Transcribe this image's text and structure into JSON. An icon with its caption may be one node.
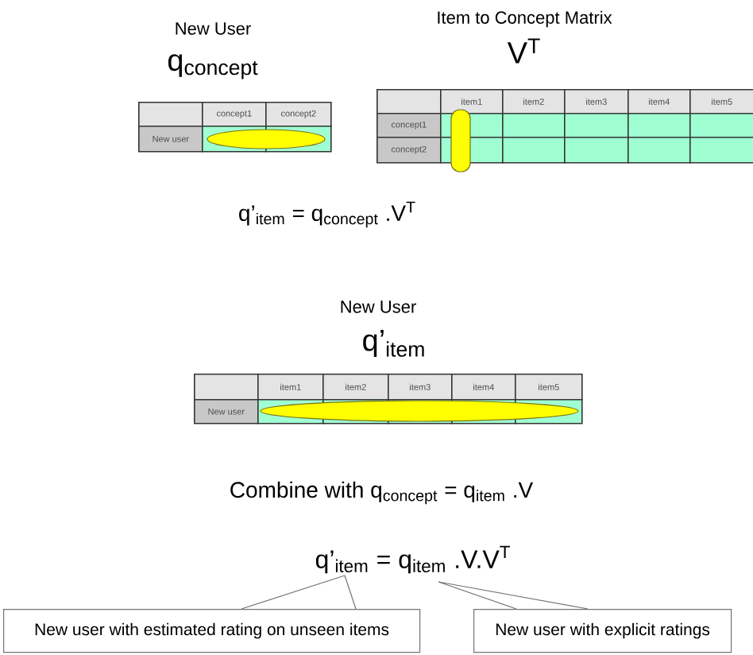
{
  "diagram": {
    "nodes": [
      {
        "text": [
          "New user with estimated rating on unseen items"
        ]
      },
      {
        "text": [
          "New user with explicit ratings"
        ]
      }
    ],
    "edges": [
      {
        "from": 0,
        "to": null,
        "arrow": "none"
      },
      {
        "from": 1,
        "to": null,
        "arrow": "none"
      }
    ],
    "labels": [
      "New User",
      "q$_{concept}$",
      "Item to Concept Matrix",
      "V$^{T}$",
      "concept1",
      "concept2",
      "New user",
      "item1",
      "item2",
      "item3",
      "item4",
      "item5",
      "concept1",
      "concept2",
      "q’$_{item}$ = q$_{concept}$ .V$^{T}$",
      "New User",
      "q’$_{item}$",
      "item1",
      "item2",
      "item3",
      "item4",
      "item5",
      "New user",
      "Combine with  q$_{concept}$ = q$_{item}$ .V",
      "q’$_{item}$ = q$_{item}$ .V.V$^{T}$"
    ]
  }
}
